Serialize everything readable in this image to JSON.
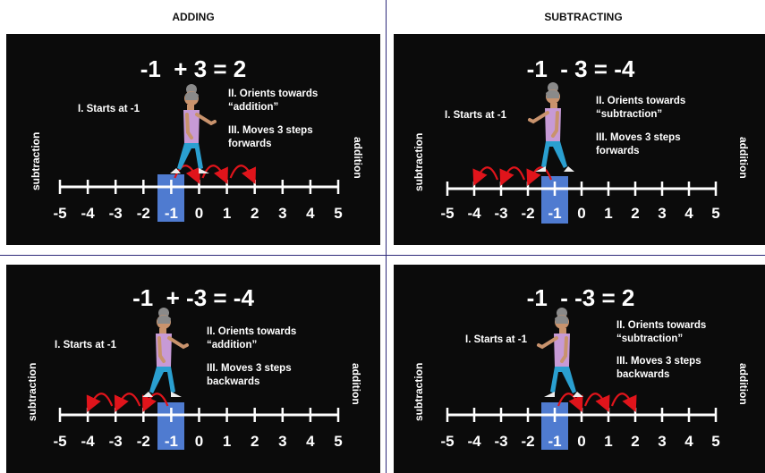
{
  "columns": {
    "adding": "ADDING",
    "subtracting": "SUBTRACTING"
  },
  "colors": {
    "background": "#0b0b0b",
    "highlight": "#4f7bd0",
    "arrow": "#e0141b",
    "text": "#ffffff"
  },
  "number_line": [
    "-5",
    "-4",
    "-3",
    "-2",
    "-1",
    "0",
    "1",
    "2",
    "3",
    "4",
    "5"
  ],
  "panels": [
    {
      "equation": "-1  + 3 = 2",
      "start_label": "I. Starts at -1",
      "orient_label": "II. Orients towards “addition”",
      "move_label": "III. Moves 3 steps forwards",
      "left_side": "subtraction",
      "right_side": "addition",
      "start": -1,
      "facing": "addition",
      "direction": "forwards",
      "end": 2
    },
    {
      "equation": "-1  - 3 = -4",
      "start_label": "I. Starts at -1",
      "orient_label": "II. Orients towards “subtraction”",
      "move_label": "III. Moves 3 steps forwards",
      "left_side": "subtraction",
      "right_side": "addition",
      "start": -1,
      "facing": "subtraction",
      "direction": "forwards",
      "end": -4
    },
    {
      "equation": "-1  + -3 = -4",
      "start_label": "I. Starts at -1",
      "orient_label": "II. Orients towards “addition”",
      "move_label": "III. Moves 3 steps backwards",
      "left_side": "subtraction",
      "right_side": "addition",
      "start": -1,
      "facing": "addition",
      "direction": "backwards",
      "end": -4
    },
    {
      "equation": "-1  - -3 = 2",
      "start_label": "I. Starts at -1",
      "orient_label": "II. Orients towards “subtraction”",
      "move_label": "III. Moves 3 steps backwards",
      "left_side": "subtraction",
      "right_side": "addition",
      "start": -1,
      "facing": "subtraction",
      "direction": "backwards",
      "end": 2
    }
  ]
}
